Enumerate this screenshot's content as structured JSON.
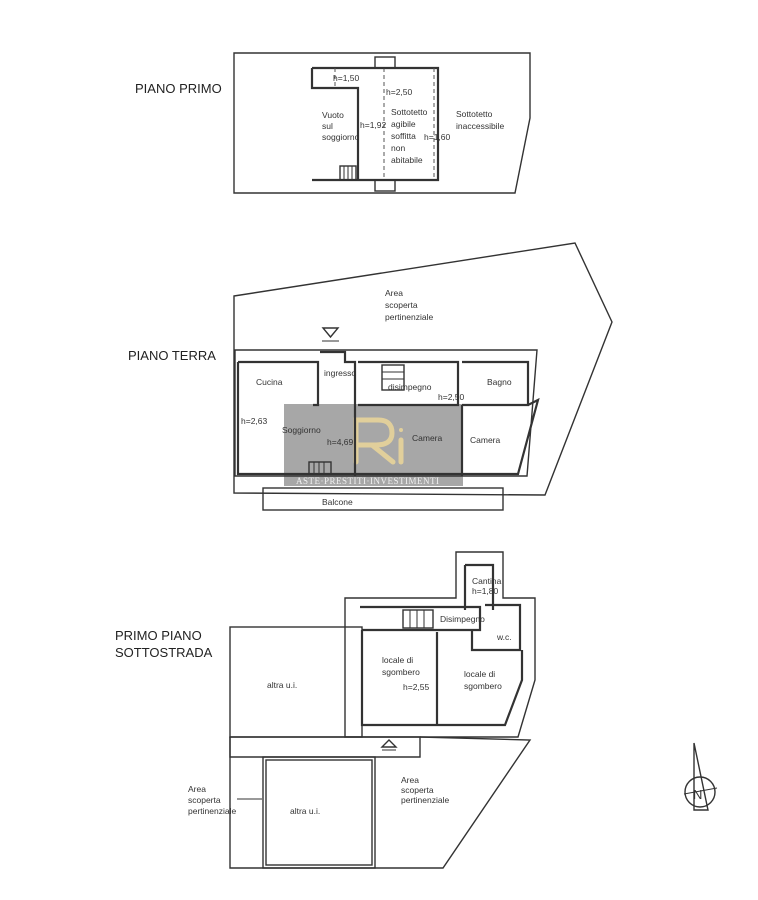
{
  "floors": {
    "piano_primo": {
      "title": "PIANO PRIMO",
      "labels": {
        "h150": "h=1,50",
        "h250": "h=2,50",
        "vuoto1": "Vuoto",
        "vuoto2": "sul",
        "vuoto3": "soggiorno",
        "h192": "h=1,92",
        "sott1": "Sottotetto",
        "sott2": "agibile",
        "sott3": "soffitta",
        "sott4": "non",
        "sott5": "abitabile",
        "h160": "h=1,60",
        "inacc1": "Sottotetto",
        "inacc2": "inaccessibile"
      }
    },
    "piano_terra": {
      "title": "PIANO TERRA",
      "labels": {
        "area1": "Area",
        "area2": "scoperta",
        "area3": "pertinenziale",
        "cucina": "Cucina",
        "ingresso": "ingresso",
        "disimpegno": "disimpegno",
        "h250": "h=2,50",
        "bagno": "Bagno",
        "h263": "h=2,63",
        "soggiorno": "Soggiorno",
        "h469": "h=4,69",
        "camera1": "Camera",
        "camera2": "Camera",
        "balcone": "Balcone"
      }
    },
    "sottostrada": {
      "title_line1": "PRIMO PIANO",
      "title_line2": "SOTTOSTRADA",
      "labels": {
        "cantina": "Cantina",
        "h180": "h=1,80",
        "disimpegno": "Disimpegno",
        "wc": "w.c.",
        "altra1": "altra u.i.",
        "locale1a": "locale di",
        "locale1b": "sgombero",
        "h255": "h=2,55",
        "locale2a": "locale di",
        "locale2b": "sgombero",
        "areaL1": "Area",
        "areaL2": "scoperta",
        "areaL3": "pertinenziale",
        "altra2": "altra u.i.",
        "areaR1": "Area",
        "areaR2": "scoperta",
        "areaR3": "pertinenziale"
      }
    }
  },
  "compass": {
    "label": "N"
  },
  "watermark": {
    "logo": "Ri",
    "text": "ASTE·PRESTITI·INVESTIMENTI",
    "color": "#8a8a8a",
    "accent": "#e8d49a"
  }
}
